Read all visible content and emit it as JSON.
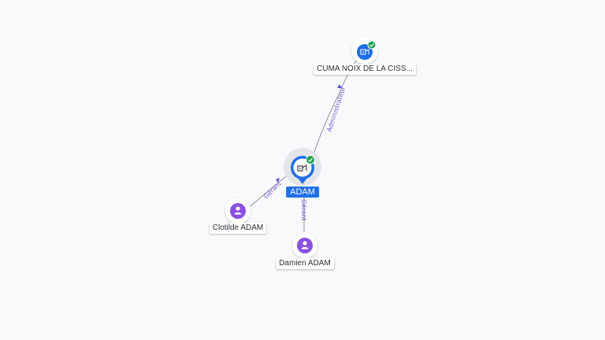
{
  "graph": {
    "nodes": {
      "company": {
        "label": "CUMA NOIX DE LA CISS...",
        "icon": "building-icon",
        "verified": true
      },
      "main": {
        "label": "ADAM",
        "icon": "building-icon",
        "verified": true
      },
      "person1": {
        "label": "Clotilde ADAM",
        "icon": "person-icon"
      },
      "person2": {
        "label": "Damien ADAM",
        "icon": "person-icon"
      }
    },
    "edges": {
      "main_company": {
        "label": "Administrateur"
      },
      "main_person1": {
        "label": "Gérant"
      },
      "main_person2": {
        "label": "Gérant"
      }
    },
    "colors": {
      "company_node": "#1f6fe8",
      "person_node": "#8a4fe0",
      "verified_badge": "#1e9e4f",
      "edge_label": "#6d5fd3"
    }
  }
}
